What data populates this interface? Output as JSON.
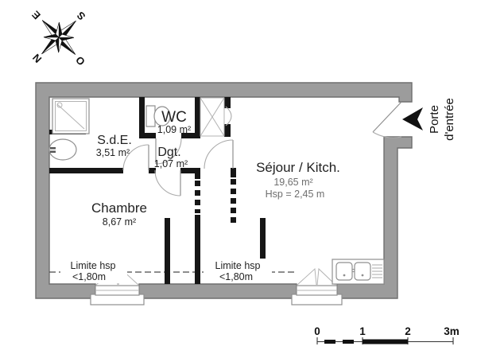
{
  "compass": {
    "n": "N",
    "e": "E",
    "s": "S",
    "o": "O"
  },
  "rooms": {
    "sde": {
      "name": "S.d.E.",
      "area": "3,51 m²"
    },
    "wc": {
      "name": "WC",
      "area": "1,09 m²"
    },
    "dgt": {
      "name": "Dgt.",
      "area": "1,07 m²"
    },
    "chambre": {
      "name": "Chambre",
      "area": "8,67 m²"
    },
    "sejour": {
      "name": "Séjour / Kitch.",
      "area": "19,65 m²",
      "ceiling": "Hsp = 2,45 m"
    }
  },
  "entrance": {
    "label_line1": "Porte",
    "label_line2": "d'entrée"
  },
  "height_limit": {
    "line1": "Limite hsp",
    "line2": "<1,80m"
  },
  "scale_bar": {
    "tick0": "0",
    "tick1": "1",
    "tick2": "2",
    "tick3": "3m"
  },
  "colors": {
    "wall_fill": "#9c9c9c",
    "wall_stroke": "#6e6e6e",
    "partition": "#161616",
    "fixture_stroke": "#8f8f8f",
    "text": "#222222"
  }
}
